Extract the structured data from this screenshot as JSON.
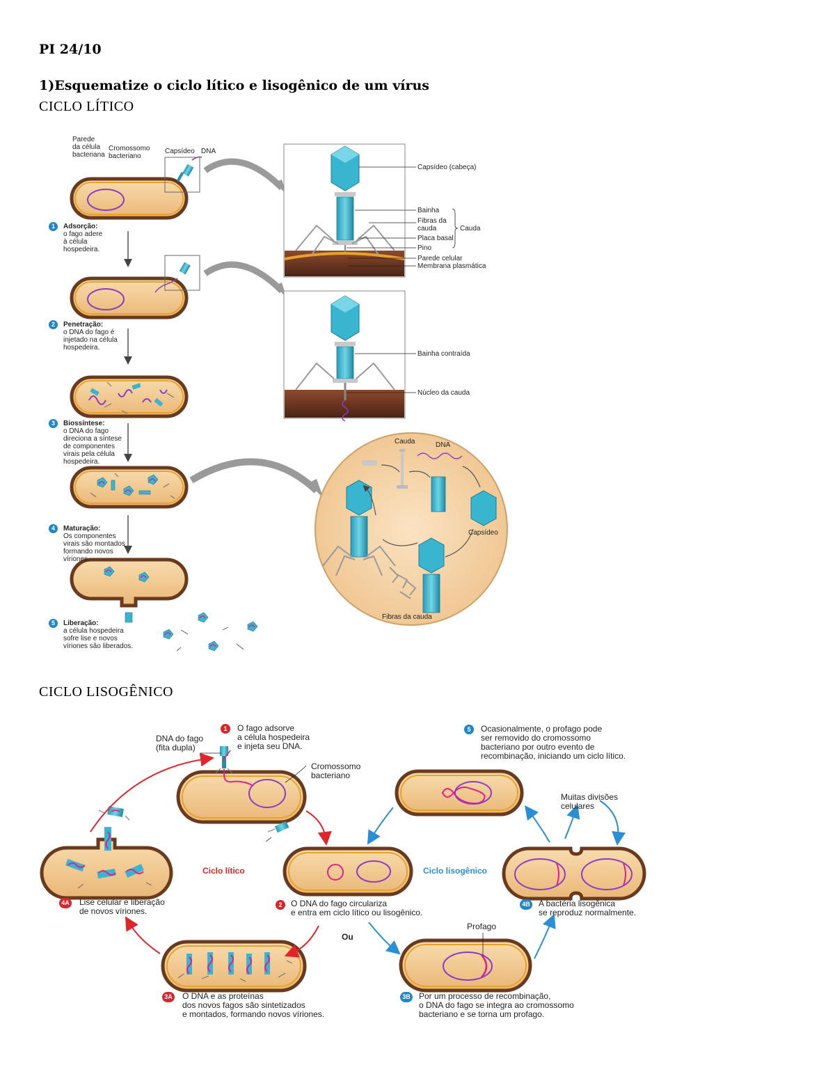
{
  "document": {
    "title": "PI 24/10",
    "question": "1)Esquematize o ciclo lítico e lisogênico de um vírus",
    "section_lytic": "CICLO LÍTICO",
    "section_lysogenic": "CICLO LISOGÊNICO"
  },
  "lytic_figure": {
    "top_labels": {
      "wall": "Parede\nda célula\nbacteriana",
      "chromosome": "Cromossomo\nbacteriano",
      "capsid": "Capsídeo",
      "dna": "DNA"
    },
    "steps": [
      {
        "num": "1",
        "title": "Adsorção:",
        "text": "o fago adere\nà célula\nhospedeira."
      },
      {
        "num": "2",
        "title": "Penetração:",
        "text": "o DNA do fago é\ninjetado na célula\nhospedeira."
      },
      {
        "num": "3",
        "title": "Biossíntese:",
        "text": "o DNA do fago\ndireciona a síntese\nde componentes\nvirais pela célula\nhospedeira."
      },
      {
        "num": "4",
        "title": "Maturação:",
        "text": "Os componentes\nvirais são montados\nformando novos\nvíriones."
      },
      {
        "num": "5",
        "title": "Liberação:",
        "text": "a célula hospedeira\nsofre lise e novos\nvíriones são liberados."
      }
    ],
    "detail1_labels": {
      "capsid": "Capsídeo (cabeça)",
      "sheath": "Bainha",
      "fibers": "Fibras da\ncauda",
      "tail": "Cauda",
      "plate": "Placa basal",
      "pin": "Pino",
      "cell_wall": "Parede celular",
      "membrane": "Membrana plasmática"
    },
    "detail2_labels": {
      "sheath": "Bainha contraída",
      "core": "Núcleo da cauda"
    },
    "assembly_labels": {
      "tail": "Cauda",
      "dna": "DNA",
      "capsid": "Capsídeo",
      "fibers": "Fibras da cauda"
    }
  },
  "lysogenic_figure": {
    "step1": {
      "num": "1",
      "text": "O fago adsorve\na célula hospedeira\ne injeta seu DNA."
    },
    "dna_label": "DNA do fago\n(fita dupla)",
    "chromosome_label": "Cromossomo\nbacteriano",
    "step2": {
      "num": "2",
      "text": "O DNA do fago circulariza\ne entra em ciclo lítico ou lisogênico."
    },
    "or_label": "Ou",
    "lytic_cycle": "Ciclo lítico",
    "lysogenic_cycle": "Ciclo lisogênico",
    "step3a": {
      "num": "3A",
      "text": "O DNA e as proteínas\ndos novos fagos são sintetizados\ne montados, formando novos víriones."
    },
    "step4a": {
      "num": "4A",
      "text": "Lise celular e liberação\nde novos víriones."
    },
    "step3b": {
      "num": "3B",
      "text": "Por um processo de recombinação,\no DNA do fago se integra ao cromossomo\nbacteriano e se torna um profago."
    },
    "prophage_label": "Profago",
    "step4b": {
      "num": "4B",
      "text": "A bactéria lisogênica\nse reproduz normalmente."
    },
    "divisions_label": "Muitas divisões\ncelulares",
    "step5": {
      "num": "5",
      "text": "Ocasionalmente, o profago pode\nser removido do cromossomo\nbacteriano por outro evento de\nrecombinação, iniciando um ciclo lítico."
    }
  },
  "colors": {
    "cell_outline": "#6a3a1e",
    "cell_fill": "#f4c98a",
    "membrane": "#e8a22a",
    "chromosome": "#8a3cc4",
    "phage_dna": "#e0218a",
    "phage": "#3ab5cf",
    "lytic_arrow": "#e0262c",
    "lysogenic_arrow": "#2a8fd6"
  }
}
